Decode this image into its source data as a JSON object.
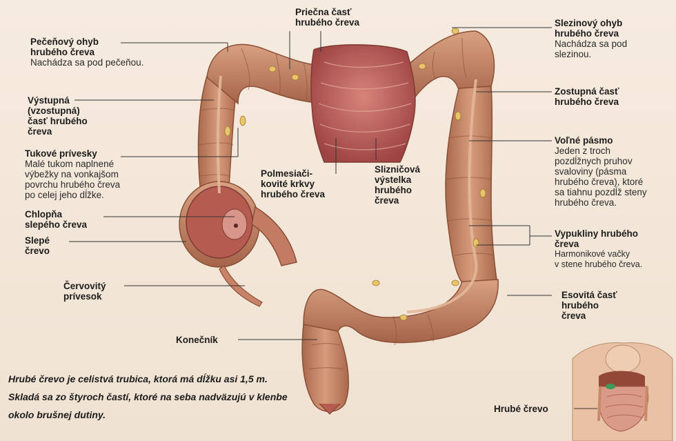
{
  "labels": {
    "hepatic_flexure": {
      "title": "Pečeňový ohyb\nhrubého čreva",
      "desc": "Nachádza sa pod pečeňou."
    },
    "ascending": {
      "title": "Výstupná\n(vzostupná)\nčasť hrubého\nčreva"
    },
    "appendices": {
      "title": "Tukové prívesky",
      "desc": "Malé tukom naplnené\nvýbežky na vonkajšom\npovrchu hrubého čreva\npo celej jeho dĺžke."
    },
    "ileocecal_valve": {
      "title": "Chlopňa\nslepého čreva"
    },
    "cecum": {
      "title": "Slepé\nčrevo"
    },
    "appendix": {
      "title": "Červovitý\nprívesok"
    },
    "transverse": {
      "title": "Priečna časť\nhrubého čreva"
    },
    "mesenteric": {
      "title": "Polmesiači-\nkovité krkvy\nhrubého čreva"
    },
    "mucosa": {
      "title": "Slizničová\nvýstelka\nhrubého\nčreva"
    },
    "splenic_flexure": {
      "title": "Slezinový ohyb\nhrubého čreva",
      "desc": "Nachádza sa pod\nslezinou."
    },
    "descending": {
      "title": "Zostupná časť\nhrubého čreva"
    },
    "taenia": {
      "title": "Voľné pásmo",
      "desc": "Jeden z troch\npozdĺžnych pruhov\nsvaloviny (pásma\nhrubého čreva), ktoré\nsa tiahnu pozdĺž steny\nhrubého čreva."
    },
    "haustra": {
      "title": "Vypukliny hrubého\nčreva",
      "desc": "Harmonikové vačky\nv stene hrubého čreva."
    },
    "sigmoid": {
      "title": "Esovitá časť\nhrubého\nčreva"
    },
    "rectum": {
      "title": "Konečník"
    },
    "inset": {
      "title": "Hrubé črevo"
    }
  },
  "caption": {
    "lead": "Hrubé črevo ",
    "text": "je celistvá trubica, ktorá má dĺžku asi 1,5 m. Skladá sa zo štyroch častí, ktoré na seba nadväzujú v klenbe okolo brušnej dutiny."
  },
  "colors": {
    "colon": "#c98a6a",
    "colon_dark": "#9c5a3f",
    "mucosa": "#b95a55",
    "fat": "#e8c46a",
    "leader": "#333333"
  }
}
